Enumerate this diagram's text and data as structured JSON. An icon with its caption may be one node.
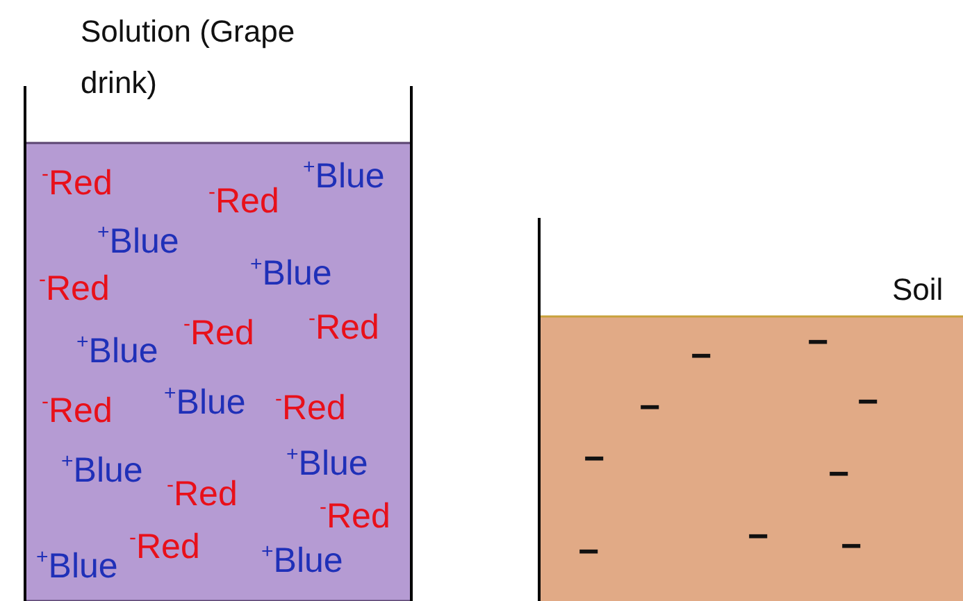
{
  "diagram": {
    "nodes": [
      {
        "text": [
          "Solution (Grape drink)"
        ]
      },
      {
        "text": [
          "Soil"
        ]
      }
    ],
    "edges": [],
    "labels": [
      "$^{-}$Red",
      "$^{+}$Blue",
      "$^{-}$Red",
      "$^{+}$Blue",
      "$^{+}$Blue",
      "$^{-}$Red",
      "$^{-}$Red",
      "$^{-}$Red",
      "$^{+}$Blue",
      "$^{-}$Red",
      "$^{+}$Blue",
      "$^{-}$Red",
      "$^{+}$Blue",
      "$^{+}$Blue",
      "$^{-}$Red",
      "$^{-}$Red",
      "$^{-}$Red",
      "$^{+}$Blue",
      "$^{+}$Blue",
      "−",
      "−",
      "−",
      "−",
      "−",
      "−",
      "−",
      "−",
      "−"
    ]
  }
}
